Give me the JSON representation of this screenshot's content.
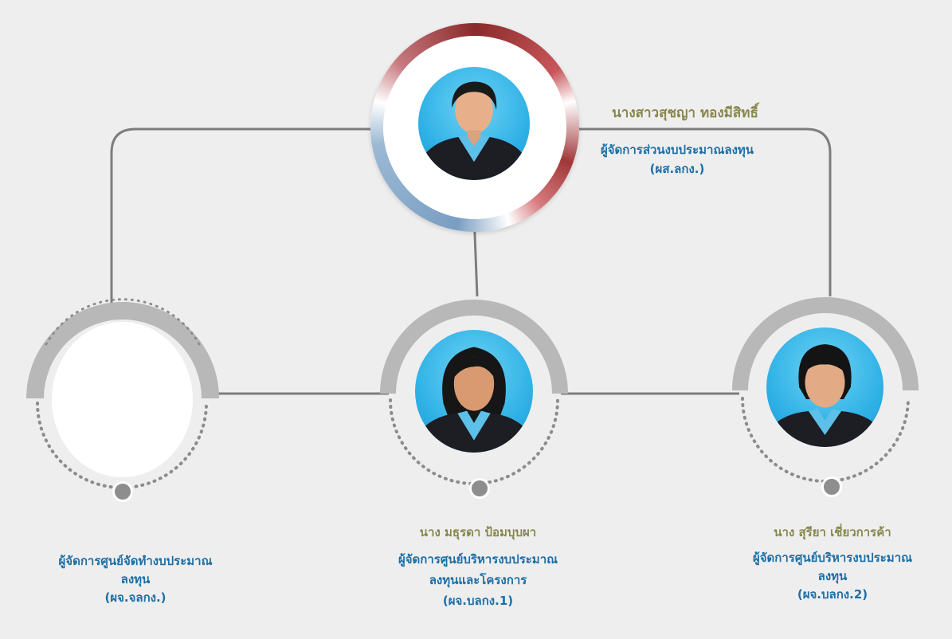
{
  "top": {
    "name": "นางสาวสุชญา ทองมีสิทธิ์",
    "title_line1": "ผู้จัดการส่วนงบประมาณลงทุน",
    "title_line2": "(ผส.ลกง.)"
  },
  "left": {
    "title_line1": "ผู้จัดการศูนย์จัดทำงบประมาณ",
    "title_line2": "ลงทุน",
    "title_line3": "(ผจ.จลกง.)"
  },
  "middle": {
    "name": "นาง มธุรดา ป้อมบุบผา",
    "title_line1": "ผู้จัดการศูนย์บริหารงบประมาณ",
    "title_line2": "ลงทุนและโครงการ",
    "title_line3": "(ผจ.บลกง.1)"
  },
  "right": {
    "name": "นาง สุรียา เชี่ยวการค้า",
    "title_line1": "ผู้จัดการศูนย์บริหารงบประมาณ",
    "title_line2": "ลงทุน",
    "title_line3": "(ผจ.บลกง.2)"
  },
  "colors": {
    "name": "#86884a",
    "title": "#1b6fa6",
    "connector": "#7d7d7d",
    "arc": "#b8b8b8"
  }
}
